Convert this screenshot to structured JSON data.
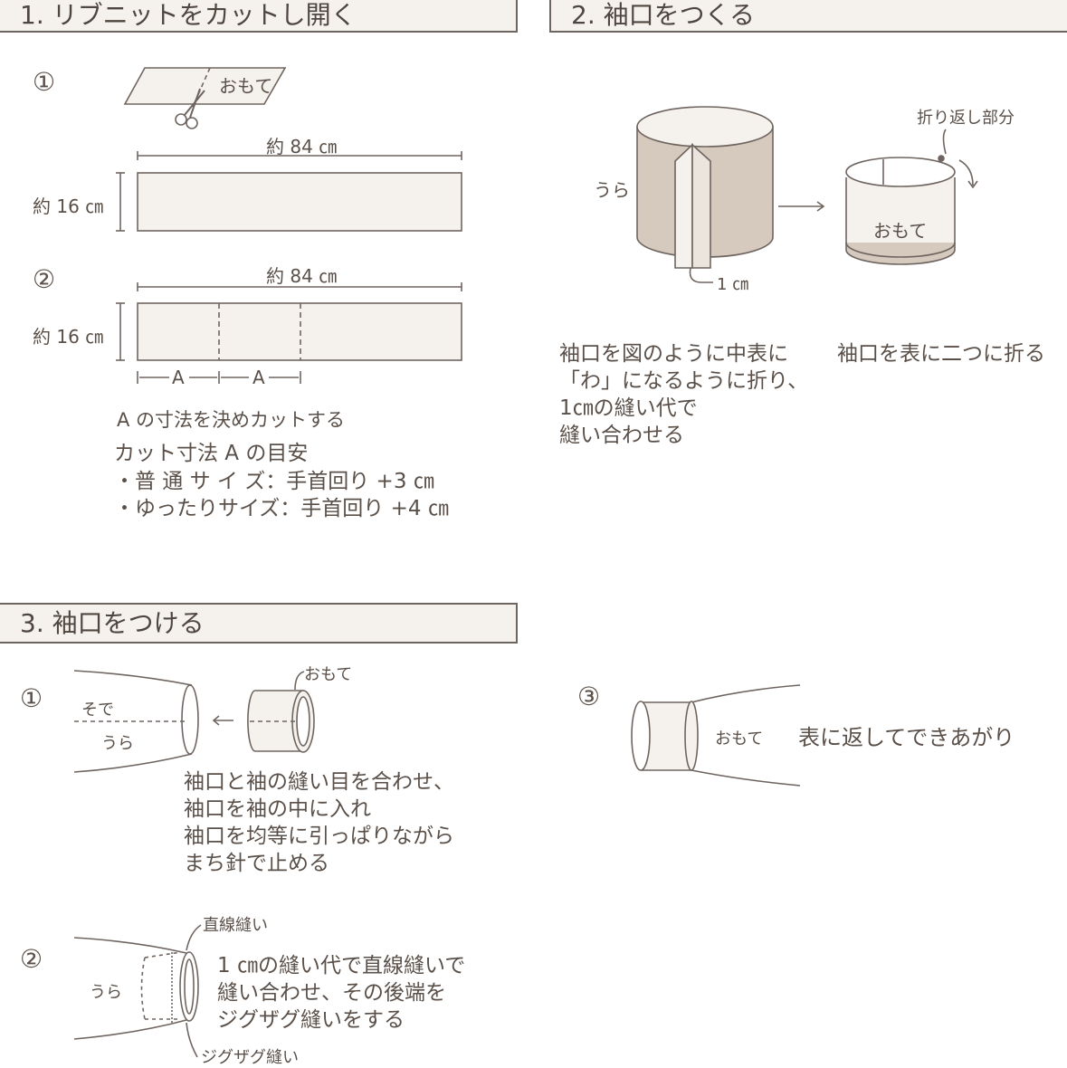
{
  "sections": {
    "s1": {
      "title": "1. リブニットをカットし開く"
    },
    "s2": {
      "title": "2. 袖口をつくる"
    },
    "s3": {
      "title": "3. 袖口をつける"
    }
  },
  "s1": {
    "step1": "①",
    "omote_label": "おもて",
    "dim_width_1": "約 84 ㎝",
    "dim_height_1": "約 16 ㎝",
    "step2": "②",
    "dim_width_2": "約 84 ㎝",
    "dim_height_2": "約 16 ㎝",
    "segment_a1": "A",
    "segment_a2": "A",
    "caption": "A の寸法を決めカットする",
    "guide_title": "カット寸法 A の目安",
    "guide_normal": "・普 通 サ イ ズ：手首回り +3 ㎝",
    "guide_loose": "・ゆったりサイズ：手首回り +4 ㎝"
  },
  "s2": {
    "ura_label": "うら",
    "seam_label": "1 ㎝",
    "fold_label": "折り返し部分",
    "omote_label": "おもて",
    "caption_left": [
      "袖口を図のように中表に",
      "「わ」になるように折り、",
      "1㎝の縫い代で",
      "縫い合わせる"
    ],
    "caption_right": "袖口を表に二つに折る"
  },
  "s3": {
    "step1": "①",
    "sode_label": "そで",
    "ura_label": "うら",
    "omote_label": "おもて",
    "caption1": [
      "袖口と袖の縫い目を合わせ、",
      "袖口を袖の中に入れ",
      "袖口を均等に引っぱりながら",
      "まち針で止める"
    ],
    "step2": "②",
    "straight_label": "直線縫い",
    "ura_label_2": "うら",
    "caption2": [
      "1 ㎝の縫い代で直線縫いで",
      "縫い合わせ、その後端を",
      "ジグザグ縫いをする"
    ],
    "zigzag_label": "ジグザグ縫い",
    "step3": "③",
    "omote_label_3": "おもて",
    "caption3": "表に返してできあがり"
  },
  "colors": {
    "line": "#6f6560",
    "fill_light": "#f5f1ec",
    "fill_tan": "#d6c9bd",
    "header_bg": "#f5f2ee"
  }
}
